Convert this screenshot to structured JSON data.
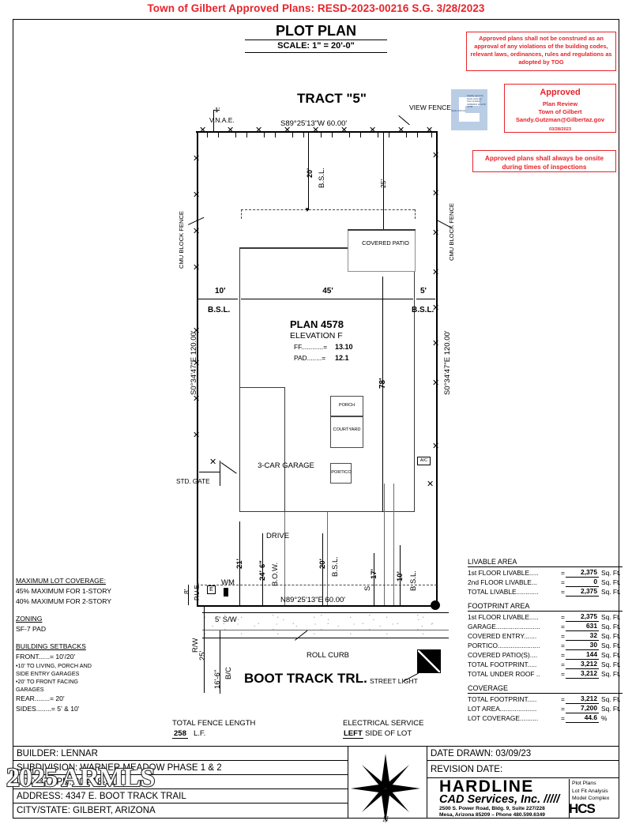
{
  "banner": {
    "text": "Town of Gilbert Approved Plans: RESD-2023-00216  S.G.   3/28/2023",
    "color": "#e8232a"
  },
  "sheet_title": {
    "title": "PLOT PLAN",
    "scale": "SCALE: 1\" = 20'-0\""
  },
  "stamps": {
    "disclaimer": "Approved plans shall not be construed as an approval of any violations of the building codes, relevant laws, ordinances, rules and regulations as adopted by TOG",
    "approved": {
      "heading": "Approved",
      "line1": "Plan Review",
      "line2": "Town of Gilbert",
      "line3": "Sandy.Gutzman@Gilbertaz.gov",
      "line4": "03/28/2023"
    },
    "onsite": "Approved plans shall always be onsite during times of inspections",
    "signature": {
      "side_word": "Sandy Gutzman",
      "detail": "Digitally signed by Sandy Gutzman, Town of Gilbert, 03/28/2023 12:41:05 -07'00'"
    }
  },
  "lot": {
    "tract_label": "TRACT \"5\"",
    "north_bearing": "S89°25'13\"W  60.00'",
    "south_bearing": "N89°25'13\"E  60.00'",
    "west_bearing": "S0°34'47\"E  120.00'",
    "east_bearing": "S0°34'47\"E  120.00'",
    "vnae": "V.N.A.E.",
    "vnae_dim": "1'",
    "view_fence": "VIEW FENCE",
    "cmu_fence_left": "CMU BLOCK FENCE",
    "cmu_fence_right": "CMU BLOCK FENCE",
    "std_gate": "STD. GATE",
    "pue": "P.U.E.",
    "pue_dim": "8'",
    "electric_box": "E",
    "water_meter": "WM",
    "ac_unit": "A/C"
  },
  "setbacks_on_plan": {
    "rear": "20'",
    "rear_label": "B.S.L.",
    "rear_patio": "25'",
    "left": "10'",
    "left_label": "B.S.L.",
    "right": "5'",
    "right_label": "B.S.L.",
    "house_width": "45'",
    "house_depth": "78'",
    "front_living": "17'",
    "front_living_label": "S",
    "front_ten": "10'",
    "front_ten_label": "B.S.L.",
    "front_garage": "20'",
    "front_garage_label": "B.S.L.",
    "drive": "DRIVE",
    "drive_dim": "21'",
    "bow_dim": "24'-6\"",
    "bow_label": "B.O.W."
  },
  "house": {
    "plan": "PLAN 4578",
    "elevation": "ELEVATION F",
    "ff_label": "FF............=",
    "ff_value": "13.10",
    "pad_label": "PAD........=",
    "pad_value": "12.1",
    "rooms": [
      {
        "name": "COVERED PATIO"
      },
      {
        "name": "PORCH"
      },
      {
        "name": "COURTYARD"
      },
      {
        "name": "PORTICO"
      },
      {
        "name": "3-CAR GARAGE"
      }
    ]
  },
  "street": {
    "name": "BOOT TRACK TRL.",
    "sidewalk": "5' S/W",
    "roll_curb": "ROLL CURB",
    "row_label": "R/W",
    "row_dim": "25'",
    "bc_label": "B/C",
    "bc_dim": "16'-6\"",
    "street_light": "STREET LIGHT"
  },
  "notes": {
    "max_coverage_heading": "MAXIMUM LOT COVERAGE:",
    "max_coverage_1": "45% MAXIMUM FOR 1-STORY",
    "max_coverage_2": "40% MAXIMUM FOR 2-STORY",
    "zoning_heading": "ZONING",
    "zoning_value": "SF-7 PAD",
    "setbacks_heading": "BUILDING SETBACKS",
    "front": "FRONT......= 10'/20'",
    "front_note_1": "•10' TO LIVING, PORCH AND",
    "front_note_1b": "  SIDE ENTRY GARAGES",
    "front_note_2": "•20' TO FRONT FACING",
    "front_note_2b": "  GARAGES",
    "rear": "REAR........= 20'",
    "sides": "SIDES........= 5' & 10'",
    "fence_heading": "TOTAL FENCE LENGTH",
    "fence_value": "258",
    "fence_unit": "L.F.",
    "electrical_heading": "ELECTRICAL SERVICE",
    "electrical_value": "LEFT",
    "electrical_unit": "SIDE OF LOT"
  },
  "areas": {
    "livable": {
      "heading": "LIVABLE AREA",
      "rows": [
        {
          "label": "1st FLOOR LIVABLE.....",
          "value": "2,375",
          "unit": "Sq. Ft."
        },
        {
          "label": "2nd FLOOR LIVABLE...",
          "value": "0",
          "unit": "Sq. Ft."
        },
        {
          "label": "TOTAL LIVABLE............",
          "value": "2,375",
          "unit": "Sq. Ft."
        }
      ]
    },
    "footprint": {
      "heading": "FOOTPRINT AREA",
      "rows": [
        {
          "label": "1st FLOOR LIVABLE.....",
          "value": "2,375",
          "unit": "Sq. Ft."
        },
        {
          "label": "GARAGE........................",
          "value": "631",
          "unit": "Sq. Ft."
        },
        {
          "label": "COVERED ENTRY.......",
          "value": "32",
          "unit": "Sq. Ft."
        },
        {
          "label": "PORTICO.......................",
          "value": "30",
          "unit": "Sq. Ft."
        },
        {
          "label": "COVERED PATIO(S)....",
          "value": "144",
          "unit": "Sq. Ft."
        },
        {
          "label": "TOTAL FOOTPRINT.....",
          "value": "3,212",
          "unit": "Sq. Ft."
        },
        {
          "label": "TOTAL UNDER ROOF ..",
          "value": "3,212",
          "unit": "Sq. Ft."
        }
      ]
    },
    "coverage": {
      "heading": "COVERAGE",
      "rows": [
        {
          "label": "TOTAL FOOTPRINT.....",
          "value": "3,212",
          "unit": "Sq. Ft."
        },
        {
          "label": "LOT AREA....................",
          "value": "7,200",
          "unit": "Sq. Ft."
        },
        {
          "label": "LOT COVERAGE..........",
          "value": "44.6",
          "unit": "%"
        }
      ]
    }
  },
  "titleblock": {
    "builder": "BUILDER: LENNAR",
    "subdivision": "SUBDIVISION: WARNER MEADOW PHASE 1 & 2",
    "lot_apn": "LOT: 37  APN: 304-18-510",
    "address": "ADDRESS: 4347 E. BOOT TRACK TRAIL",
    "city_state": "CITY/STATE: GILBERT, ARIZONA",
    "date_drawn": "DATE DRAWN:  03/09/23",
    "revision_date": "REVISION DATE:",
    "north_label": "N"
  },
  "firm": {
    "name": "HARDLINE",
    "name2": "CAD Services, Inc. /////",
    "address_1": "2500 S. Power Road,  Bldg. 9, Suite 227/228",
    "address_2": "Mesa, Arizona 85209 – Phone 480.599.6349",
    "services": [
      "Plot Plans",
      "Lot Fit Analysis",
      "Model Complex"
    ],
    "monogram": "HCS"
  },
  "watermark": {
    "text": "2025 ARMLS"
  }
}
